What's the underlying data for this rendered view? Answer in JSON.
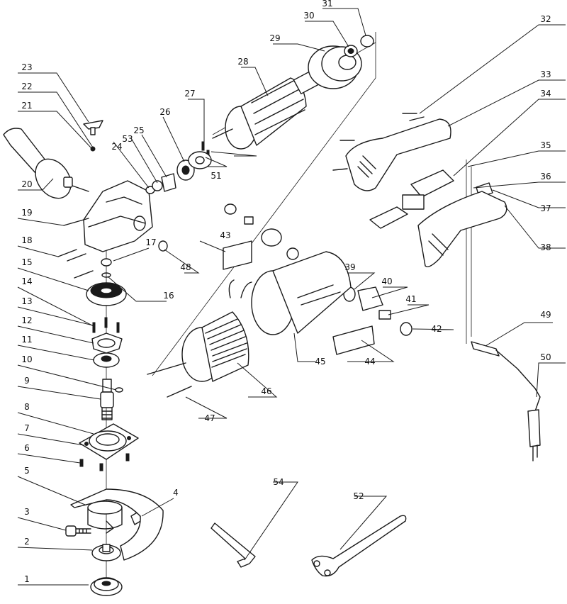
{
  "callouts": [
    "1",
    "2",
    "3",
    "4",
    "5",
    "6",
    "7",
    "8",
    "9",
    "10",
    "11",
    "12",
    "13",
    "14",
    "15",
    "16",
    "17",
    "18",
    "19",
    "20",
    "21",
    "22",
    "23",
    "24",
    "25",
    "26",
    "27",
    "28",
    "29",
    "30",
    "31",
    "32",
    "33",
    "34",
    "35",
    "36",
    "37",
    "38",
    "39",
    "40",
    "41",
    "42",
    "43",
    "44",
    "45",
    "46",
    "47",
    "48",
    "49",
    "50",
    "51",
    "52",
    "53",
    "54"
  ]
}
